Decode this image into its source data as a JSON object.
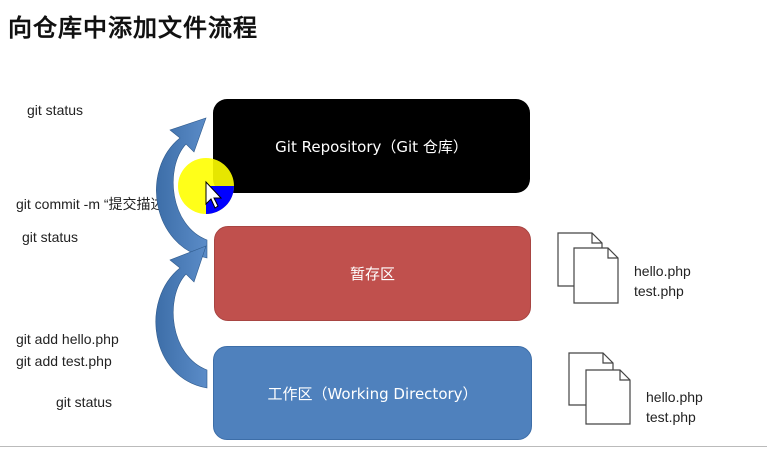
{
  "title": "向仓库中添加文件流程",
  "boxes": {
    "repository": "Git Repository（Git 仓库）",
    "staging": "暂存区",
    "working": "工作区（Working Directory）"
  },
  "commands": {
    "status_top": "git status",
    "commit": "git commit -m “提交描述”",
    "status_mid": "git status",
    "add_hello": "git add hello.php",
    "add_test": "git add test.php",
    "status_bottom": "git status"
  },
  "files": {
    "staged": [
      "hello.php",
      "test.php"
    ],
    "working": [
      "hello.php",
      "test.php"
    ]
  },
  "colors": {
    "repository": "#000000",
    "staging": "#c0504d",
    "working": "#4f81bd",
    "arrow": "#4f81bd",
    "cursor_highlight": "#ffff00",
    "cursor_click": "#0000ff"
  }
}
